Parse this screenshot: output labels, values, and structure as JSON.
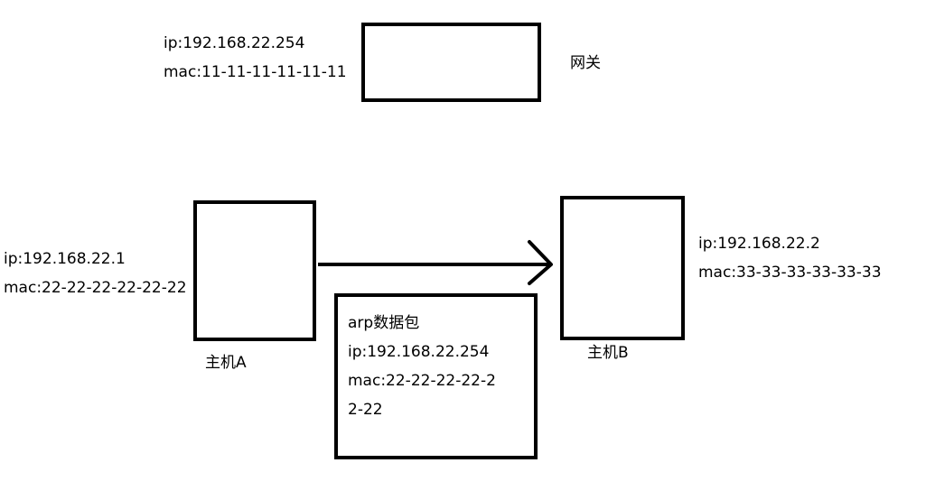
{
  "gateway": {
    "ip": "ip:192.168.22.254",
    "mac": "mac:11-11-11-11-11-11",
    "label": "网关"
  },
  "host_a": {
    "ip": "ip:192.168.22.1",
    "mac": "mac:22-22-22-22-22-22",
    "label": "主机A"
  },
  "host_b": {
    "ip": "ip:192.168.22.2",
    "mac": "mac:33-33-33-33-33-33",
    "label": "主机B"
  },
  "arp_packet": {
    "title": "arp数据包",
    "ip": "ip:192.168.22.254",
    "mac_line1": "mac:22-22-22-22-2",
    "mac_line2": "2-22"
  }
}
